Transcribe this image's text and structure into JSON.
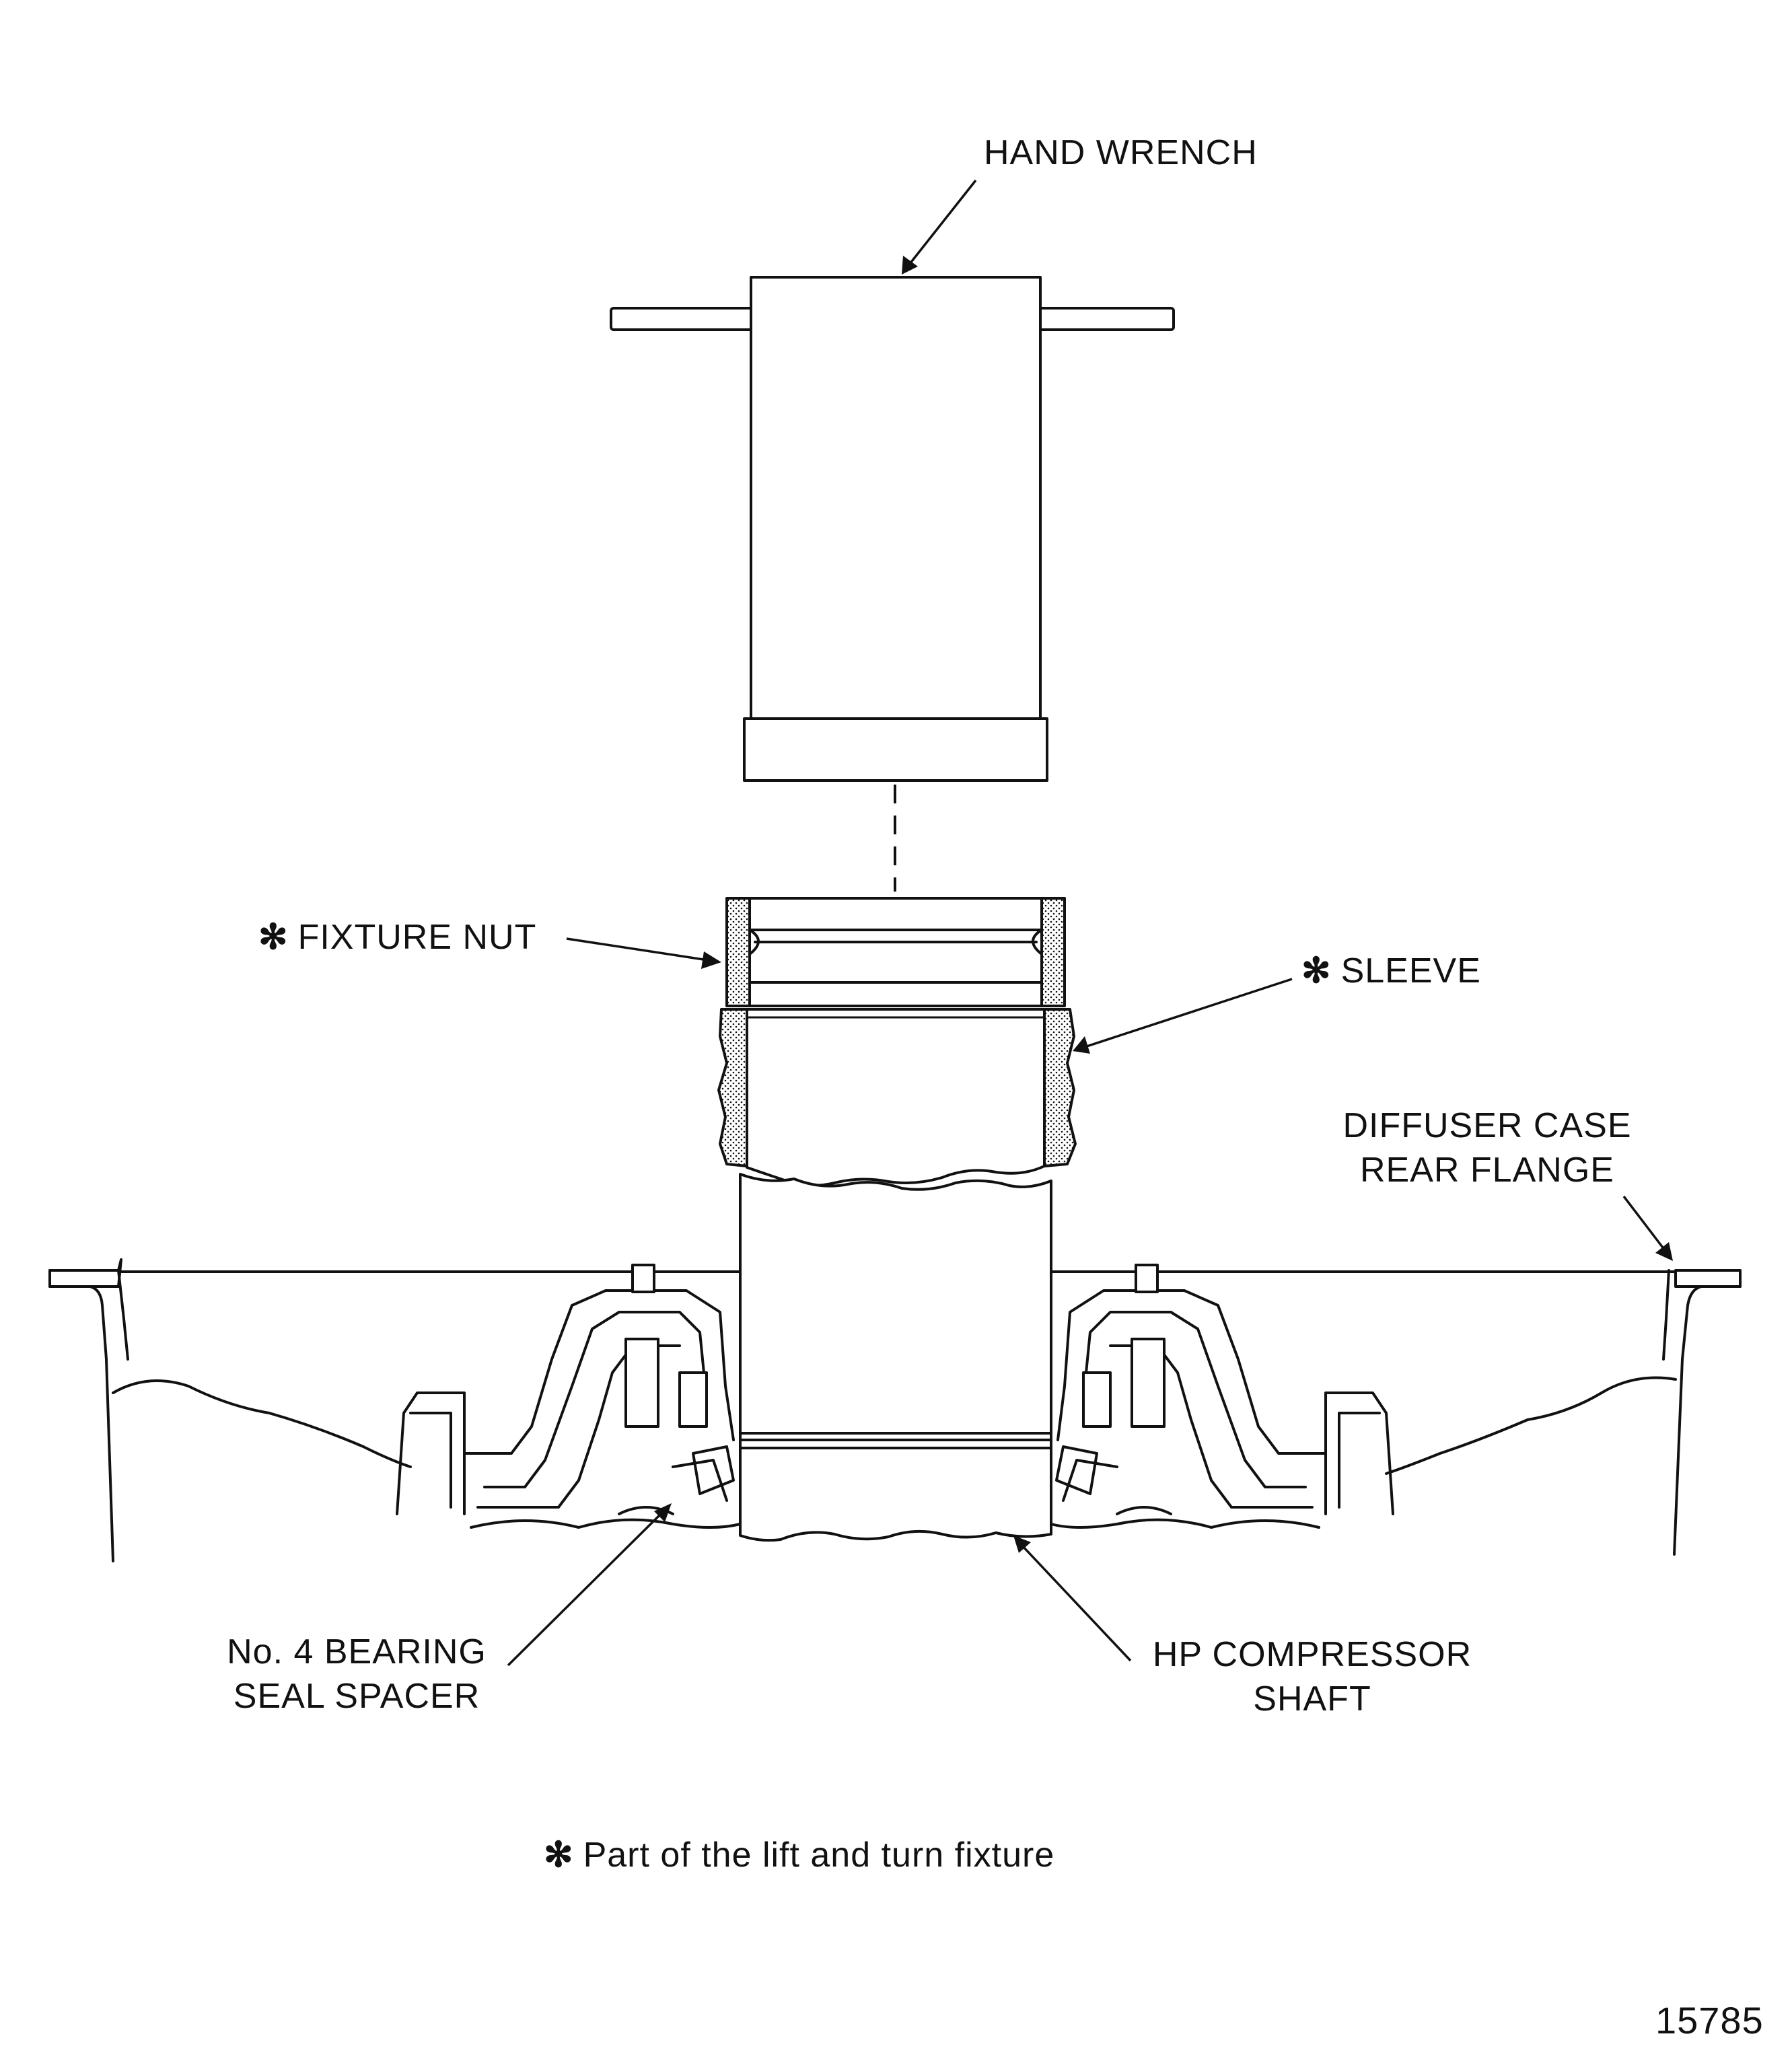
{
  "labels": {
    "hand_wrench": "HAND WRENCH",
    "fixture_nut": "FIXTURE NUT",
    "sleeve": "SLEEVE",
    "diffuser_case_line1": "DIFFUSER CASE",
    "diffuser_case_line2": "REAR FLANGE",
    "bearing_spacer_line1": "No. 4 BEARING",
    "bearing_spacer_line2": "SEAL SPACER",
    "hp_shaft_line1": "HP COMPRESSOR",
    "hp_shaft_line2": "SHAFT",
    "footnote": "Part of the lift and turn fixture",
    "asterisk": "✻",
    "figure_number": "15785"
  }
}
